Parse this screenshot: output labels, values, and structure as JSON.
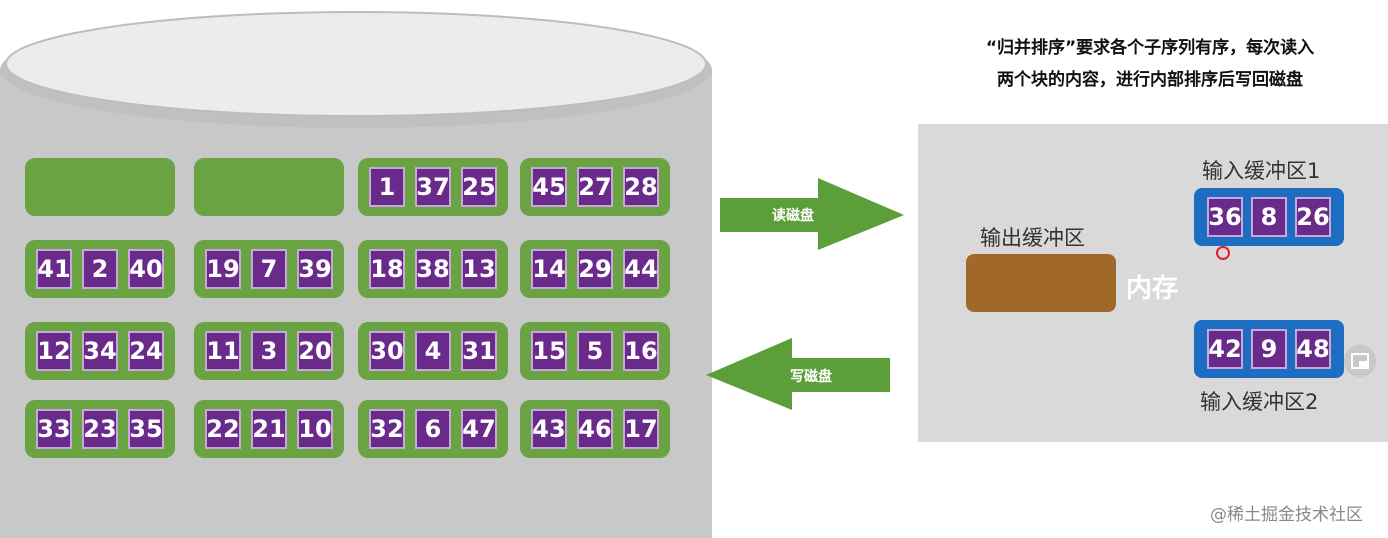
{
  "disk": {
    "blocks": [
      [
        [],
        [],
        [
          1,
          37,
          25
        ],
        [
          45,
          27,
          28
        ]
      ],
      [
        [
          41,
          2,
          40
        ],
        [
          19,
          7,
          39
        ],
        [
          18,
          38,
          13
        ],
        [
          14,
          29,
          44
        ]
      ],
      [
        [
          12,
          34,
          24
        ],
        [
          11,
          3,
          20
        ],
        [
          30,
          4,
          31
        ],
        [
          15,
          5,
          16
        ]
      ],
      [
        [
          33,
          23,
          35
        ],
        [
          22,
          21,
          10
        ],
        [
          32,
          6,
          47
        ],
        [
          43,
          46,
          17
        ]
      ]
    ]
  },
  "arrows": {
    "read_label": "读磁盘",
    "write_label": "写磁盘"
  },
  "caption": {
    "line1": "“归并排序”要求各个子序列有序，每次读入",
    "line2": "两个块的内容，进行内部排序后写回磁盘"
  },
  "memory": {
    "label": "内存",
    "output_buffer_label": "输出缓冲区",
    "input_buffer_1_label": "输入缓冲区1",
    "input_buffer_1_values": [
      "36",
      "8",
      "26"
    ],
    "input_buffer_2_label": "输入缓冲区2",
    "input_buffer_2_values": [
      "42",
      "9",
      "48"
    ]
  },
  "watermark": "@稀土掘金技术社区",
  "colors": {
    "disk": "#c8c8c8",
    "block": "#6aa342",
    "cell": "#6a2a8c",
    "input_buffer": "#1d6ec3",
    "output_buffer": "#a0692a"
  }
}
